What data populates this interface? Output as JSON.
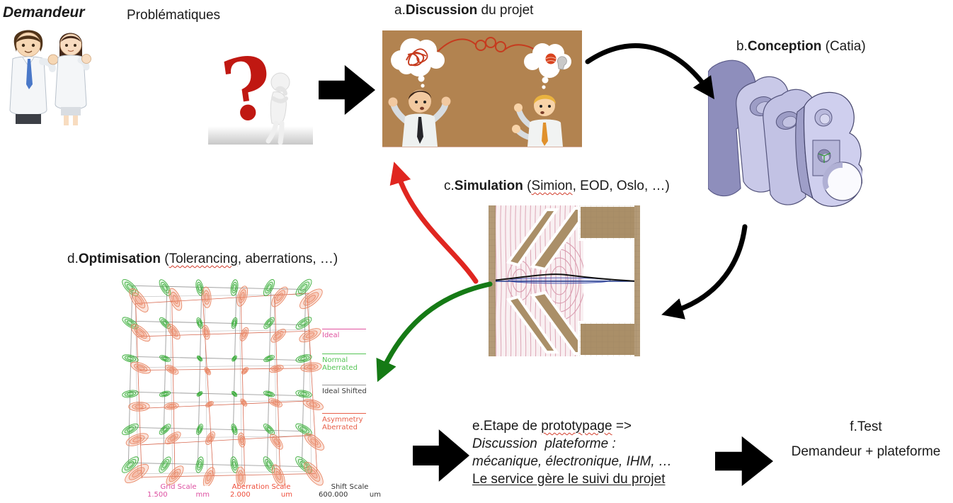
{
  "page": {
    "background": "#ffffff"
  },
  "demandeur": {
    "label": "Demandeur"
  },
  "problematiques": {
    "label": "Problématiques"
  },
  "steps": {
    "a": {
      "prefix": "a.",
      "bold": "Discussion",
      "suffix": " du projet"
    },
    "b": {
      "prefix": "b.",
      "bold": "Conception",
      "suffix": " (Catia)"
    },
    "c": {
      "prefix": "c.",
      "bold": "Simulation",
      "paren_open": " (",
      "misspelled": "Simion",
      "paren_rest": ", EOD, Oslo, …)"
    },
    "d": {
      "prefix": "d.",
      "bold": "Optimisation",
      "paren_open": " (",
      "misspelled": "Tolerancing",
      "paren_rest": ", aberrations, …)"
    },
    "e": {
      "line1_pre": "e.Etape de ",
      "line1_word": "prototypage",
      "line1_post": " =>",
      "line2": "Discussion  plateforme :",
      "line3": "mécanique, électronique, IHM, …",
      "line4": "Le service gère le suivi du projet"
    },
    "f": {
      "line1": "f.Test",
      "line2": "Demandeur + plateforme"
    }
  },
  "arrows": {
    "black": "#000000",
    "red": "#e02620",
    "green": "#157a15"
  },
  "optimisation": {
    "chart": {
      "type": "spot-diagram",
      "grid": {
        "rows": 5,
        "cols": 5
      },
      "legend": [
        {
          "label": "Ideal",
          "color": "#e0519f"
        },
        {
          "label": "Normal Aberrated",
          "color": "#55c455"
        },
        {
          "label": "Ideal Shifted",
          "color": "#3a3a3a",
          "rule_color": "#999999"
        },
        {
          "label": "Asymmetry Aberrated",
          "color": "#e8604a"
        }
      ],
      "scales": [
        {
          "name": "Grid Scale",
          "value": "1.500",
          "unit": "mm",
          "color": "#dd4fa0"
        },
        {
          "name": "Aberration Scale",
          "value": "2.000",
          "unit": "um",
          "color": "#ee4d3a"
        },
        {
          "name": "Shift Scale",
          "value": "600.000",
          "unit": "um",
          "color": "#333333"
        }
      ],
      "series_colors": {
        "ideal_grid_gray": "#8f8f8f",
        "aberrated_grid_red": "#d86a52",
        "aberrated_spots_green": "#3fae3f",
        "asymmetry_spots_red": "#e98866"
      }
    }
  }
}
